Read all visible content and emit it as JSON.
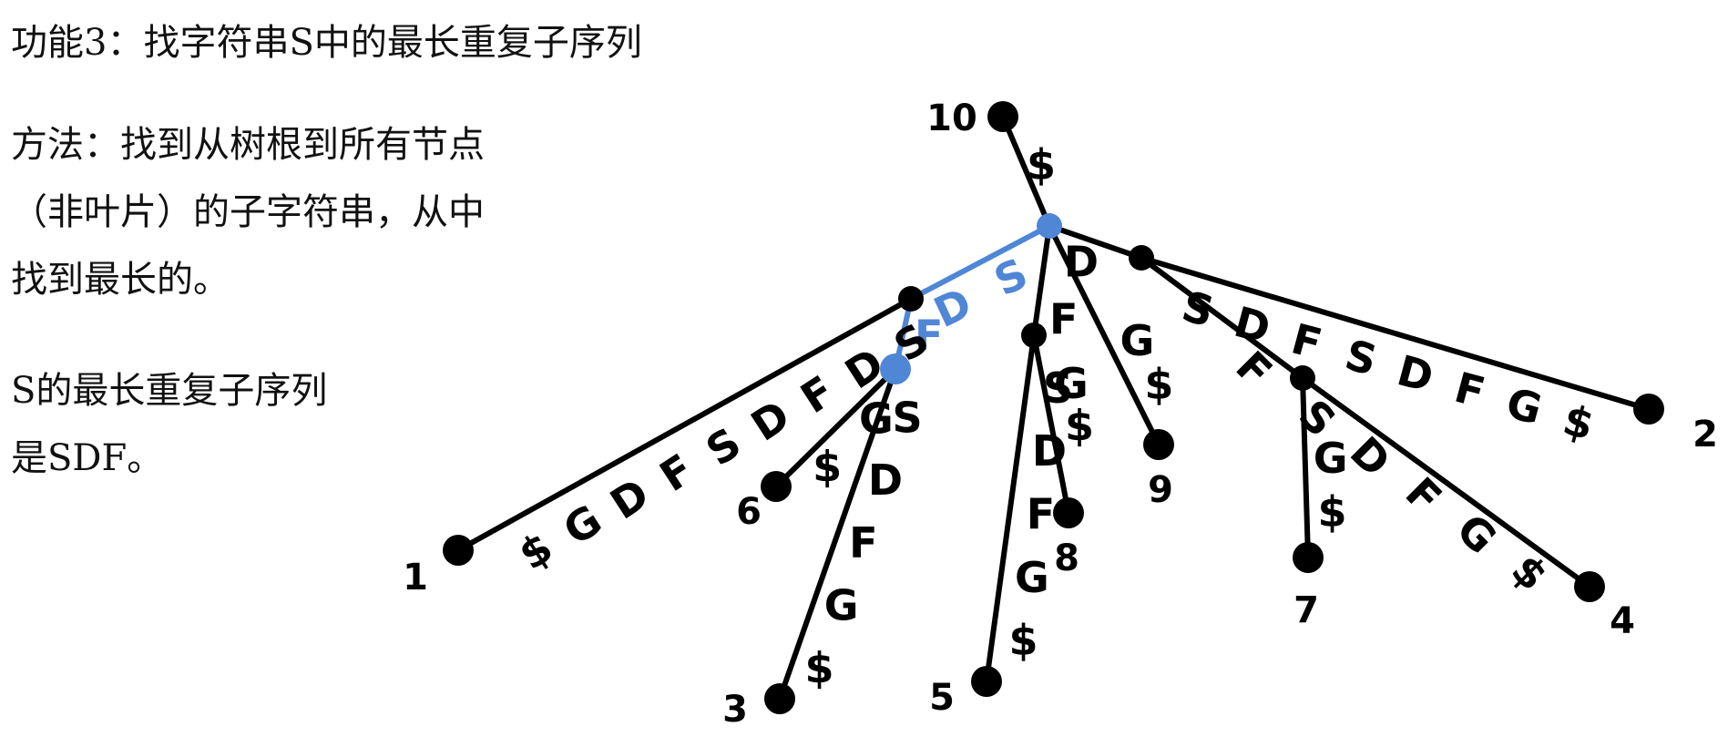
{
  "title": "功能3：找字符串S中的最长重复子序列",
  "method": [
    "方法：找到从树根到所有节点",
    "（非叶片）的子字符串，从中",
    "找到最长的。"
  ],
  "result": [
    "S的最长重复子序列",
    "是SDF。"
  ],
  "colors": {
    "ink": "#000000",
    "highlight": "#4f86d6"
  },
  "tree": {
    "nodes": [
      {
        "id": "n10",
        "label": "10",
        "leaf": true
      },
      {
        "id": "root",
        "label": "",
        "leaf": false,
        "highlight": true
      },
      {
        "id": "s",
        "label": "",
        "leaf": false
      },
      {
        "id": "sdf",
        "label": "",
        "leaf": true,
        "highlight": true
      },
      {
        "id": "n1",
        "label": "1",
        "leaf": true
      },
      {
        "id": "n6",
        "label": "6",
        "leaf": true
      },
      {
        "id": "n3",
        "label": "3",
        "leaf": true
      },
      {
        "id": "f",
        "label": "",
        "leaf": false
      },
      {
        "id": "n5",
        "label": "5",
        "leaf": true
      },
      {
        "id": "n8",
        "label": "8",
        "leaf": true
      },
      {
        "id": "n9",
        "label": "9",
        "leaf": true
      },
      {
        "id": "d",
        "label": "",
        "leaf": false
      },
      {
        "id": "n2",
        "label": "2",
        "leaf": true
      },
      {
        "id": "df",
        "label": "",
        "leaf": false
      },
      {
        "id": "n7",
        "label": "7",
        "leaf": true
      },
      {
        "id": "n4",
        "label": "4",
        "leaf": true
      }
    ],
    "edges": [
      {
        "from": "root",
        "to": "n10",
        "text": "$"
      },
      {
        "from": "root",
        "to": "s",
        "text": "S D",
        "highlight": true
      },
      {
        "from": "s",
        "to": "sdf",
        "text": "F",
        "highlight": true
      },
      {
        "from": "s",
        "to": "n1",
        "text": "S D F D S F D G $"
      },
      {
        "from": "sdf",
        "to": "n6",
        "text": "G $"
      },
      {
        "from": "sdf",
        "to": "n3",
        "text": "S D F G $"
      },
      {
        "from": "root",
        "to": "f",
        "text": "F"
      },
      {
        "from": "f",
        "to": "n5",
        "text": "S D F G $"
      },
      {
        "from": "f",
        "to": "n8",
        "text": "G $"
      },
      {
        "from": "root",
        "to": "n9",
        "text": "G $"
      },
      {
        "from": "root",
        "to": "d",
        "text": "D"
      },
      {
        "from": "d",
        "to": "n2",
        "text": "S D F S D F G $"
      },
      {
        "from": "d",
        "to": "df",
        "text": "F"
      },
      {
        "from": "df",
        "to": "n7",
        "text": "G $"
      },
      {
        "from": "df",
        "to": "n4",
        "text": "S D F G $"
      }
    ]
  }
}
